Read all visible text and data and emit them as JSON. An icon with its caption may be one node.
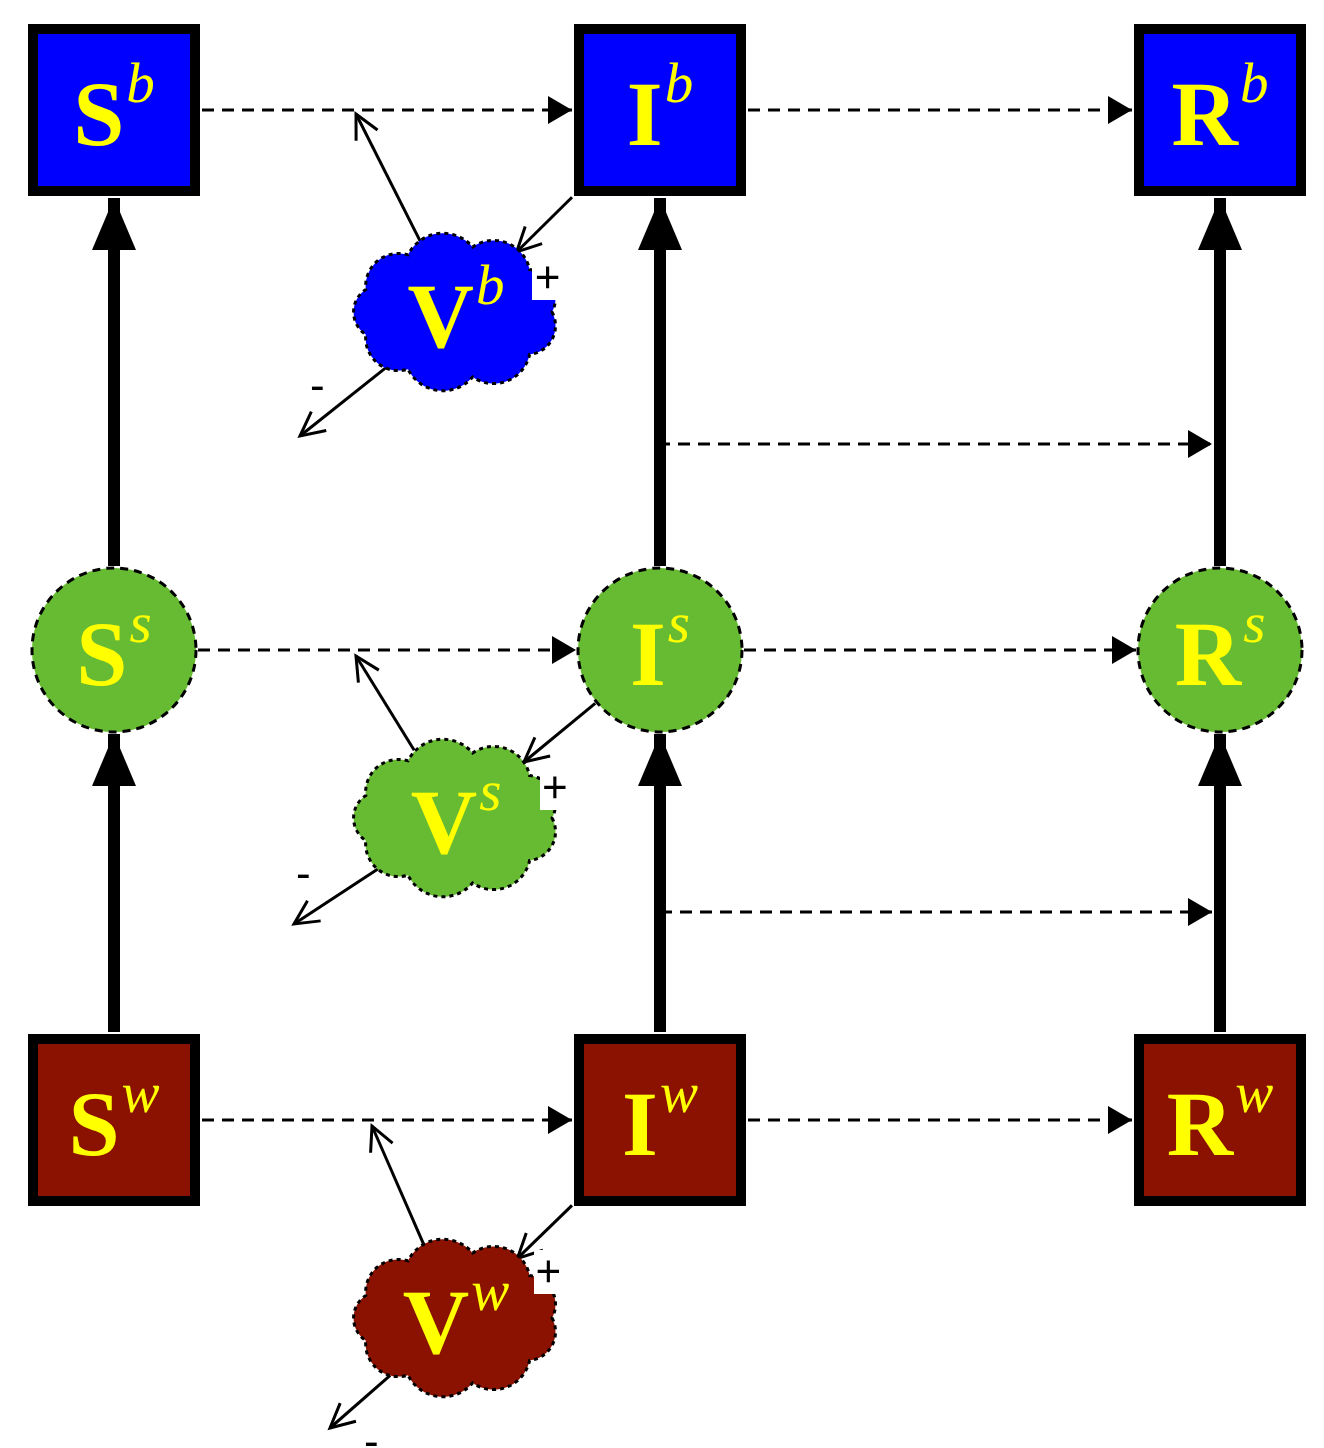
{
  "diagram": {
    "nodes": [
      {
        "text": [
          "S$^{b}$"
        ]
      },
      {
        "text": [
          "I$^{b}$"
        ]
      },
      {
        "text": [
          "R$^{b}$"
        ]
      },
      {
        "text": [
          "V$^{b}$"
        ]
      },
      {
        "text": [
          "S$^{s}$"
        ]
      },
      {
        "text": [
          "I$^{s}$"
        ]
      },
      {
        "text": [
          "R$^{s}$"
        ]
      },
      {
        "text": [
          "V$^{s}$"
        ]
      },
      {
        "text": [
          "S$^{w}$"
        ]
      },
      {
        "text": [
          "I$^{w}$"
        ]
      },
      {
        "text": [
          "R$^{w}$"
        ]
      },
      {
        "text": [
          "V$^{w}$"
        ]
      }
    ],
    "edges": [
      {
        "from": 0,
        "to": 1,
        "arrow": "to",
        "style": "dashed"
      },
      {
        "from": 1,
        "to": 2,
        "arrow": "to",
        "style": "dashed"
      },
      {
        "from": 4,
        "to": 5,
        "arrow": "to",
        "style": "dashed"
      },
      {
        "from": 5,
        "to": 6,
        "arrow": "to",
        "style": "dashed"
      },
      {
        "from": 8,
        "to": 9,
        "arrow": "to",
        "style": "dashed"
      },
      {
        "from": 9,
        "to": 10,
        "arrow": "to",
        "style": "dashed"
      },
      {
        "from": 4,
        "to": 0,
        "arrow": "to",
        "style": "thick"
      },
      {
        "from": 8,
        "to": 4,
        "arrow": "to",
        "style": "thick"
      },
      {
        "from": 5,
        "to": 1,
        "arrow": "to",
        "style": "thick"
      },
      {
        "from": 9,
        "to": 5,
        "arrow": "to",
        "style": "thick"
      },
      {
        "from": 6,
        "to": 2,
        "arrow": "to",
        "style": "thick"
      },
      {
        "from": 10,
        "to": 6,
        "arrow": "to",
        "style": "thick"
      },
      {
        "from": 5,
        "to": null,
        "arrow": "to",
        "style": "dashed"
      },
      {
        "from": 9,
        "to": null,
        "arrow": "to",
        "style": "dashed"
      },
      {
        "from": 3,
        "to": null,
        "arrow": "to"
      },
      {
        "from": 1,
        "to": 3,
        "arrow": "to",
        "label": "+"
      },
      {
        "from": 3,
        "to": null,
        "arrow": "to",
        "label": "-"
      },
      {
        "from": 7,
        "to": null,
        "arrow": "to"
      },
      {
        "from": 5,
        "to": 7,
        "arrow": "to",
        "label": "+"
      },
      {
        "from": 7,
        "to": null,
        "arrow": "to",
        "label": "-"
      },
      {
        "from": 11,
        "to": null,
        "arrow": "to"
      },
      {
        "from": 9,
        "to": 11,
        "arrow": "to",
        "label": "+"
      },
      {
        "from": 11,
        "to": null,
        "arrow": "to",
        "label": "-"
      }
    ]
  }
}
